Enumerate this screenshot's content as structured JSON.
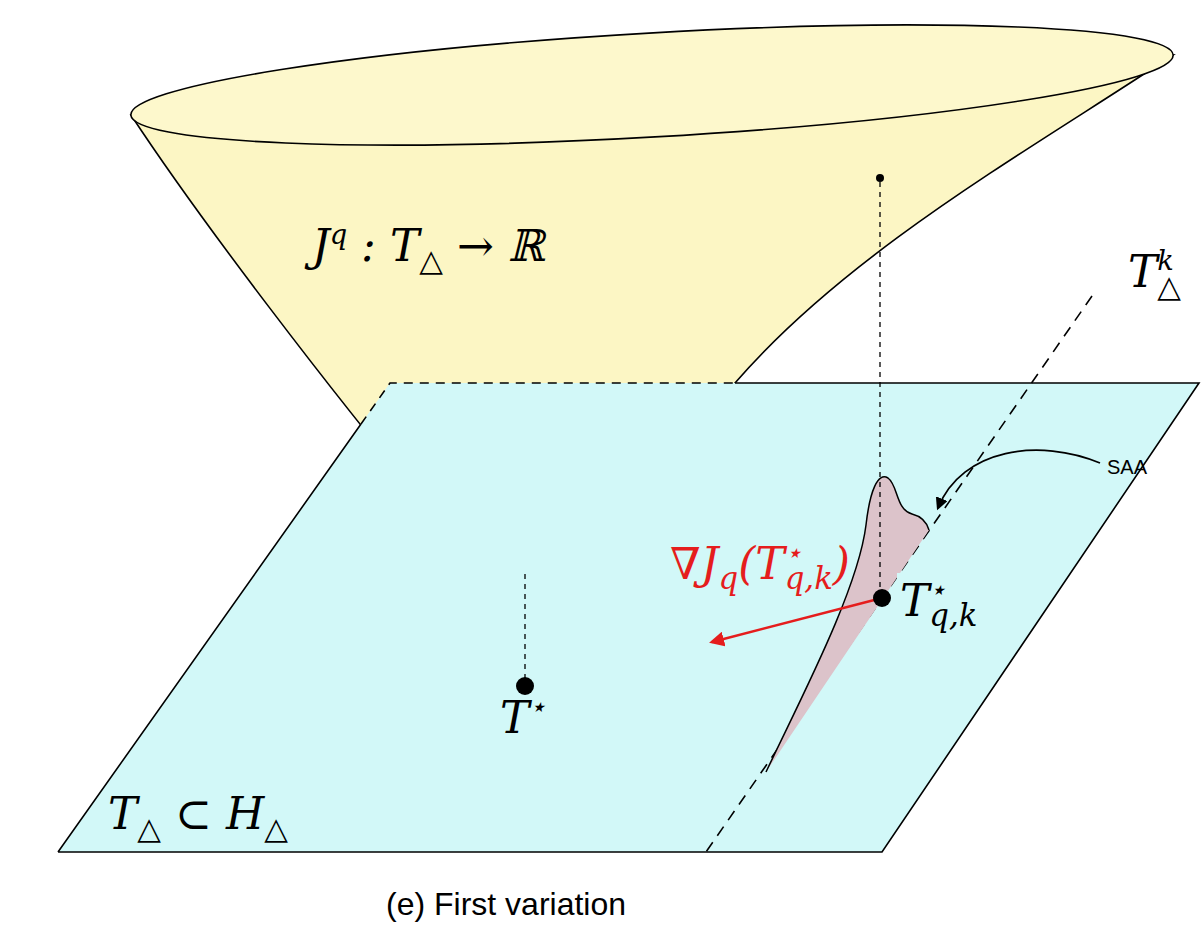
{
  "diagram": {
    "caption": "(e) First variation",
    "nodes": [
      {
        "text": [
          "Jq : T△ → ℝ"
        ]
      },
      {
        "text": [
          "T△ ⊂ H△"
        ]
      }
    ],
    "labels": [
      "Tk△",
      "SAA",
      "∇Jq(T⋆q,k)",
      "T⋆q,k",
      "T⋆"
    ]
  }
}
